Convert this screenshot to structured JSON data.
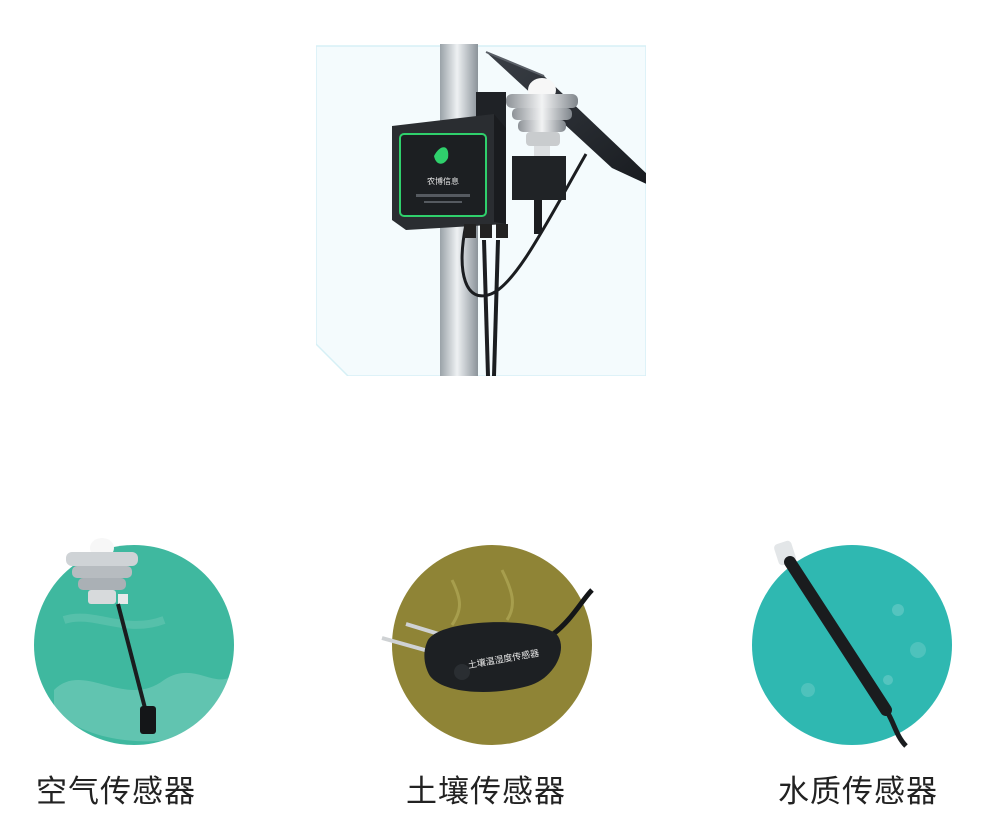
{
  "hero": {
    "device_brand_text": "农博信息"
  },
  "sensors": [
    {
      "name": "空气传感器",
      "color": "#3fb89f"
    },
    {
      "name": "土壤传感器",
      "color": "#8f8436"
    },
    {
      "name": "水质传感器",
      "color": "#2fb8b1"
    }
  ],
  "soil_probe_label": "土壤温湿度传感器"
}
